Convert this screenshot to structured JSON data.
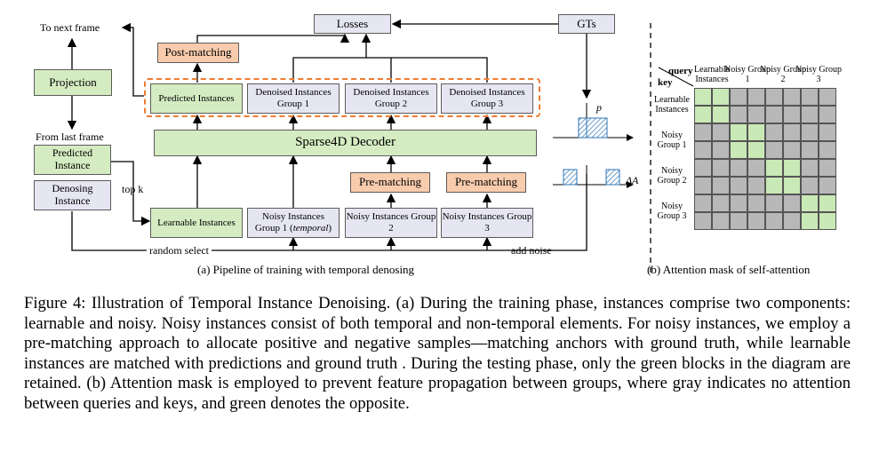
{
  "left_panel": {
    "to_next_frame": "To next frame",
    "projection": "Projection",
    "from_last_frame": "From last frame",
    "predicted_instance": "Predicted Instance",
    "denosing_instance": "Denosing Instance",
    "top_k": "top k",
    "random_select": "random select",
    "add_noise": "add noise"
  },
  "pipeline": {
    "losses": "Losses",
    "gts": "GTs",
    "post_matching": "Post-matching",
    "predicted_instances": "Predicted Instances",
    "denoised_1": "Denoised Instances Group 1",
    "denoised_2": "Denoised Instances Group 2",
    "denoised_3": "Denoised Instances Group 3",
    "decoder": "Sparse4D Decoder",
    "pre_matching_2": "Pre-matching",
    "pre_matching_3": "Pre-matching",
    "learnable_instances": "Learnable Instances",
    "noisy_1_line1": "Noisy Instances",
    "noisy_1_line2a": "Group 1 (",
    "noisy_1_temporal": "temporal",
    "noisy_1_line2b": ")",
    "noisy_2": "Noisy Instances Group 2",
    "noisy_3": "Noisy Instances Group 3",
    "p_label": "p",
    "delta_a_label": "ΔA"
  },
  "mask": {
    "query": "query",
    "key": "key",
    "col_headers": [
      "Learnable Instances",
      "Noisy Group 1",
      "Noisy Group 2",
      "Noisy Group 3"
    ],
    "row_headers": [
      "Learnable Instances",
      "Noisy Group 1",
      "Noisy Group 2",
      "Noisy Group 3"
    ],
    "grid": [
      [
        1,
        1,
        0,
        0,
        0,
        0,
        0,
        0
      ],
      [
        1,
        1,
        0,
        0,
        0,
        0,
        0,
        0
      ],
      [
        0,
        0,
        1,
        1,
        0,
        0,
        0,
        0
      ],
      [
        0,
        0,
        1,
        1,
        0,
        0,
        0,
        0
      ],
      [
        0,
        0,
        0,
        0,
        1,
        1,
        0,
        0
      ],
      [
        0,
        0,
        0,
        0,
        1,
        1,
        0,
        0
      ],
      [
        0,
        0,
        0,
        0,
        0,
        0,
        1,
        1
      ],
      [
        0,
        0,
        0,
        0,
        0,
        0,
        1,
        1
      ]
    ],
    "colors": {
      "attend": "#c9e9b7",
      "block": "#b8b8b8"
    }
  },
  "subcaptions": {
    "a": "(a) Pipeline of training with temporal denosing",
    "b": "(b) Attention mask of self-attention"
  },
  "caption": "Figure 4: Illustration of Temporal Instance Denoising. (a) During the training phase, instances comprise two components: learnable and noisy. Noisy instances consist of both temporal and non-temporal elements. For noisy instances, we employ a pre-matching approach to allocate positive and negative samples—matching anchors with ground truth, while learnable instances are matched with predictions and ground truth . During the testing phase, only the green blocks in the diagram are retained. (b) Attention mask is employed to prevent feature propagation between groups, where gray indicates no attention between queries and keys, and green denotes the opposite."
}
